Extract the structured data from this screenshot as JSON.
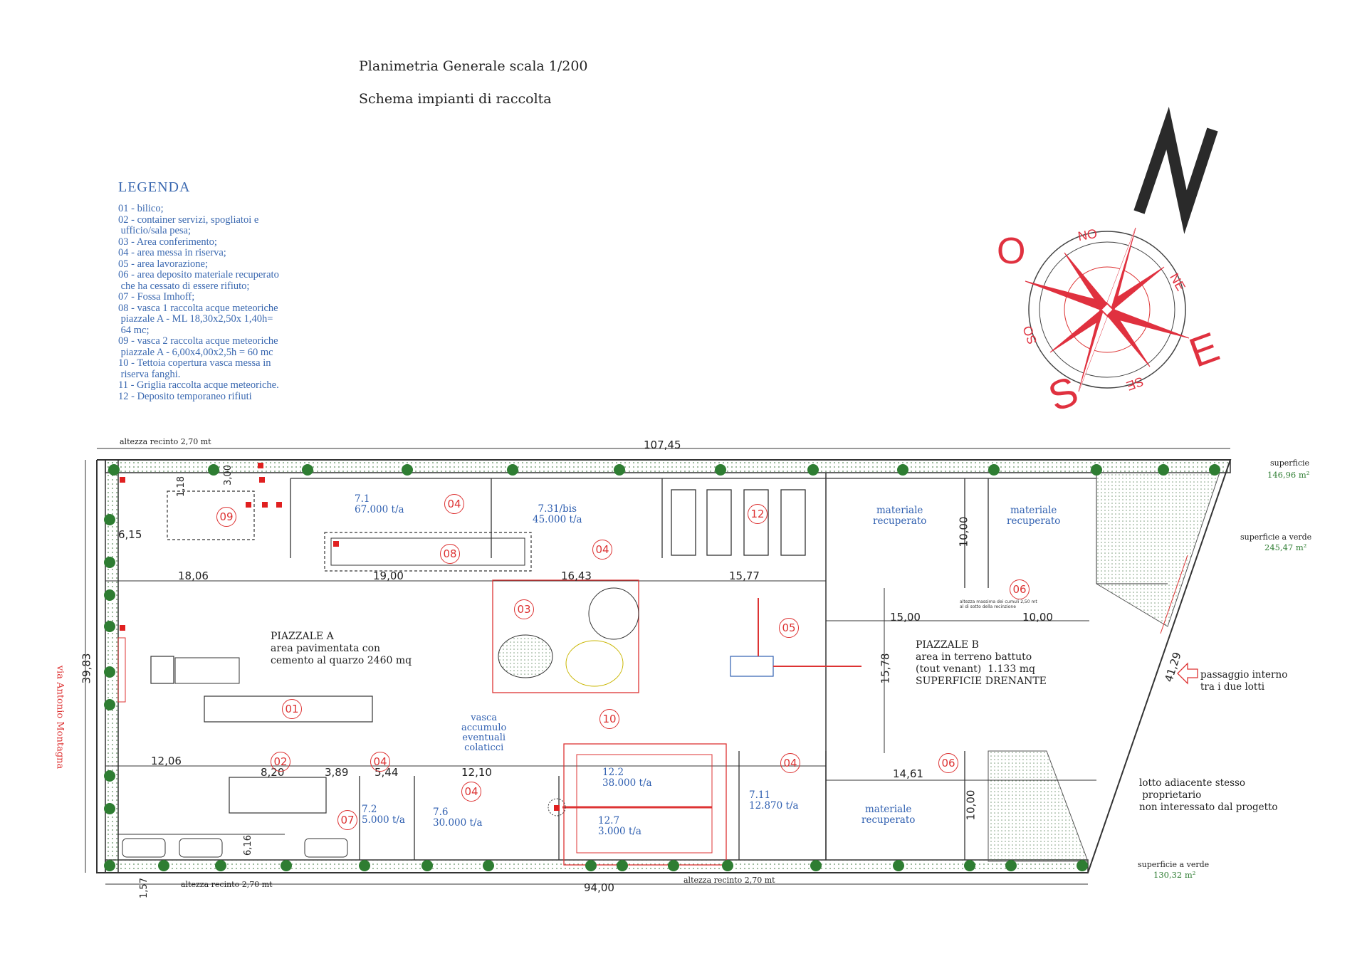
{
  "header": {
    "title": "Planimetria Generale scala 1/200",
    "subtitle": "Schema impianti di raccolta"
  },
  "legend": {
    "title": "LEGENDA",
    "items": [
      "01 - bilico;",
      "02 - container servizi, spogliatoi e\n ufficio/sala pesa;",
      "03 - Area conferimento;",
      "04 - area messa in riserva;",
      "05 - area lavorazione;",
      "06 - area deposito materiale recuperato\n che ha cessato di essere rifiuto;",
      "07 - Fossa Imhoff;",
      "08 - vasca 1 raccolta acque meteoriche\n piazzale A - ML 18,30x2,50x 1,40h=\n 64 mc;",
      "09 - vasca 2 raccolta acque meteoriche\n piazzale A - 6,00x4,00x2,5h = 60 mc",
      "10 - Tettoia copertura vasca messa in\n riserva fanghi.",
      "11 - Griglia raccolta acque meteoriche.",
      "12 - Deposito temporaneo rifiuti"
    ]
  },
  "compass": {
    "north": "N",
    "west": "O",
    "east": "E",
    "south": "S",
    "no": "NO",
    "ne": "NE",
    "so": "SO",
    "se": "SE"
  },
  "dimensions": {
    "top_total": "107,45",
    "bottom_total": "94,00",
    "left_height": "39,83",
    "d_1_18": "1,18",
    "d_3_00": "3,00",
    "d_6_15": "6,15",
    "d_18_06": "18,06",
    "d_19_00": "19,00",
    "d_16_43": "16,43",
    "d_15_77": "15,77",
    "d_10_00_top": "10,00",
    "d_15_00": "15,00",
    "d_10_00_mid": "10,00",
    "d_15_78": "15,78",
    "d_41_29": "41,29",
    "d_12_06": "12,06",
    "d_8_20": "8,20",
    "d_3_89": "3,89",
    "d_5_44": "5,44",
    "d_12_10": "12,10",
    "d_14_61": "14,61",
    "d_10_00_bot": "10,00",
    "d_6_16": "6,16",
    "d_1_57": "1,57"
  },
  "labels": {
    "fence_top": "altezza recinto 2,70 mt",
    "fence_bottom_left": "altezza recinto 2,70 mt",
    "fence_bottom_right": "altezza recinto 2,70 mt",
    "street": "via Antonio Montagna",
    "surface_top": "superficie",
    "surface_top_val": "146,96 m²",
    "surface_verde": "superficie a verde",
    "surface_verde_val": "245,47 m²",
    "surface_verde_bottom": "superficie a verde",
    "surface_verde_bottom_val": "130,32 m²",
    "piazzale_a": "PIAZZALE A\narea pavimentata con\ncemento al quarzo 2460 mq",
    "piazzale_b": "PIAZZALE B\narea in terreno battuto\n(tout venant)  1.133 mq\nSUPERFICIE DRENANTE",
    "passaggio": "passaggio interno\ntra i due lotti",
    "lotto": "lotto adiacente stesso\n proprietario\nnon interessato dal progetto",
    "vasca_accumulo": "vasca\naccumulo\neventuali\ncolaticci",
    "cumuli_note": "altezza massima dei cumuli 2,50 mt\nal di sotto della recinzione",
    "z_7_1": "7.1\n67.000 t/a",
    "z_7_31": "7.31/bis\n45.000 t/a",
    "z_mat_1": "materiale\nrecuperato",
    "z_mat_2": "materiale\nrecuperato",
    "z_mat_3": "materiale\nrecuperato",
    "z_7_2": "7.2\n5.000 t/a",
    "z_7_6": "7.6\n30.000 t/a",
    "z_12_2": "12.2\n38.000 t/a",
    "z_12_7": "12.7\n3.000 t/a",
    "z_7_11": "7.11\n12.870 t/a"
  },
  "markers": {
    "m01": "01",
    "m02": "02",
    "m03": "03",
    "m04a": "04",
    "m04b": "04",
    "m04c": "04",
    "m04d": "04",
    "m04e": "04",
    "m05": "05",
    "m06a": "06",
    "m06b": "06",
    "m07": "07",
    "m08": "08",
    "m09": "09",
    "m10": "10",
    "m12": "12"
  },
  "colors": {
    "plan_line": "#333333",
    "hedge_green": "#2e7d32",
    "marker_red": "#dd3333",
    "text_blue": "#2f5fb0"
  }
}
